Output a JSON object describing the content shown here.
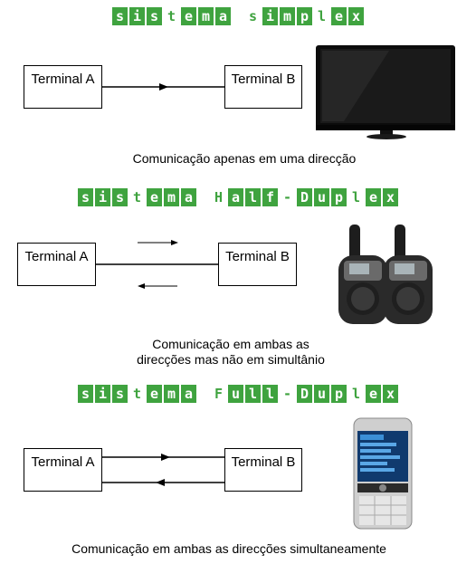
{
  "sections": [
    {
      "title": "sistema simplex",
      "terminal_a": "Terminal A",
      "terminal_b": "Terminal B",
      "caption": "Comunicação apenas em uma direcção",
      "device": "television-icon"
    },
    {
      "title": "sistema Half-Duplex",
      "terminal_a": "Terminal A",
      "terminal_b": "Terminal B",
      "caption_line1": "Comunicação em ambas as",
      "caption_line2": "direcções mas não em simultânio",
      "device": "walkie-talkie-icon"
    },
    {
      "title": "sistema Full-Duplex",
      "terminal_a": "Terminal A",
      "terminal_b": "Terminal B",
      "caption": "Comunicação em ambas as direcções simultaneamente",
      "device": "mobile-phone-icon"
    }
  ],
  "colors": {
    "title_green": "#3fa33f",
    "line": "#000000"
  }
}
